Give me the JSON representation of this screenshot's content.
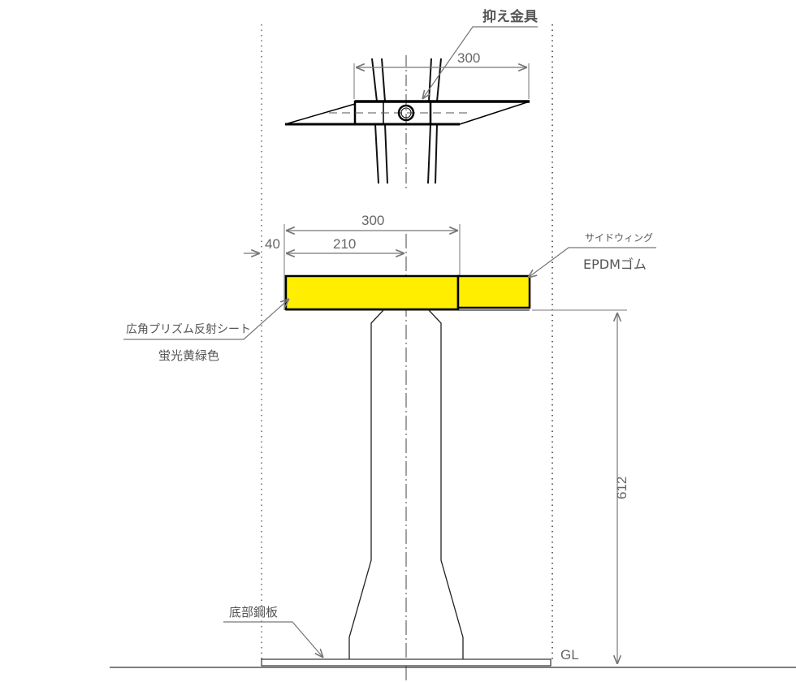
{
  "top_view": {
    "label_clamp": "抑え金具",
    "dim_width": "300"
  },
  "side_view": {
    "dim_total": "300",
    "dim_center": "210",
    "dim_offset": "40",
    "label_side_wing": "サイドウィング",
    "label_material": "EPDMゴム",
    "label_sheet": "広角プリズム反射シート",
    "label_sheet_color": "蛍光黄緑色",
    "dim_height": "612",
    "label_base_plate": "底部鋼板",
    "label_ground": "GL"
  },
  "colors": {
    "reflector": "#ffee00",
    "line": "#000000",
    "dimension": "#777777"
  }
}
